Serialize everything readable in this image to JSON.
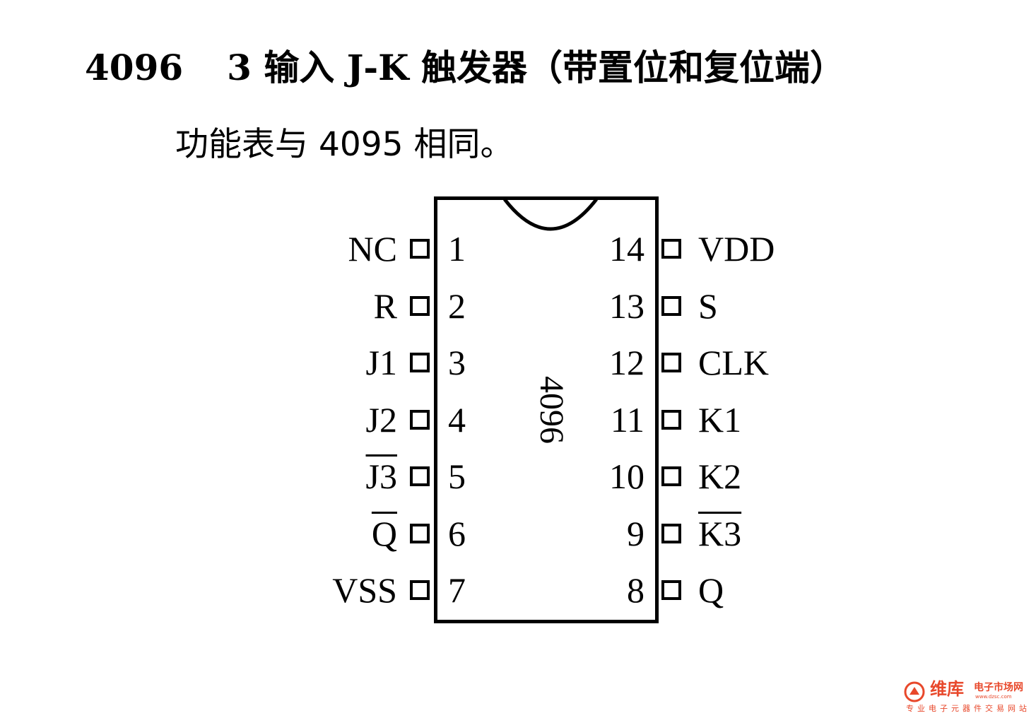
{
  "title": {
    "number": "4096",
    "text": "3 输入 J-K 触发器（带置位和复位端）"
  },
  "subtitle": "功能表与 4095 相同。",
  "chip": {
    "label": "4096",
    "left_pins": [
      {
        "num": "1",
        "name": "NC",
        "overline": false
      },
      {
        "num": "2",
        "name": "R",
        "overline": false
      },
      {
        "num": "3",
        "name": "J1",
        "overline": false
      },
      {
        "num": "4",
        "name": "J2",
        "overline": false
      },
      {
        "num": "5",
        "name": "J3",
        "overline": true
      },
      {
        "num": "6",
        "name": "Q",
        "overline": true
      },
      {
        "num": "7",
        "name": "VSS",
        "overline": false
      }
    ],
    "right_pins": [
      {
        "num": "14",
        "name": "VDD",
        "overline": false
      },
      {
        "num": "13",
        "name": "S",
        "overline": false
      },
      {
        "num": "12",
        "name": "CLK",
        "overline": false
      },
      {
        "num": "11",
        "name": "K1",
        "overline": false
      },
      {
        "num": "10",
        "name": "K2",
        "overline": false
      },
      {
        "num": "9",
        "name": "K3",
        "overline": true
      },
      {
        "num": "8",
        "name": "Q",
        "overline": false
      }
    ]
  },
  "watermark": {
    "brand": "维库",
    "brand_sub": "电子市场网",
    "url": "www.dzsc.com",
    "slogan": "专业电子元器件交易网站",
    "color": "#e8482b"
  }
}
